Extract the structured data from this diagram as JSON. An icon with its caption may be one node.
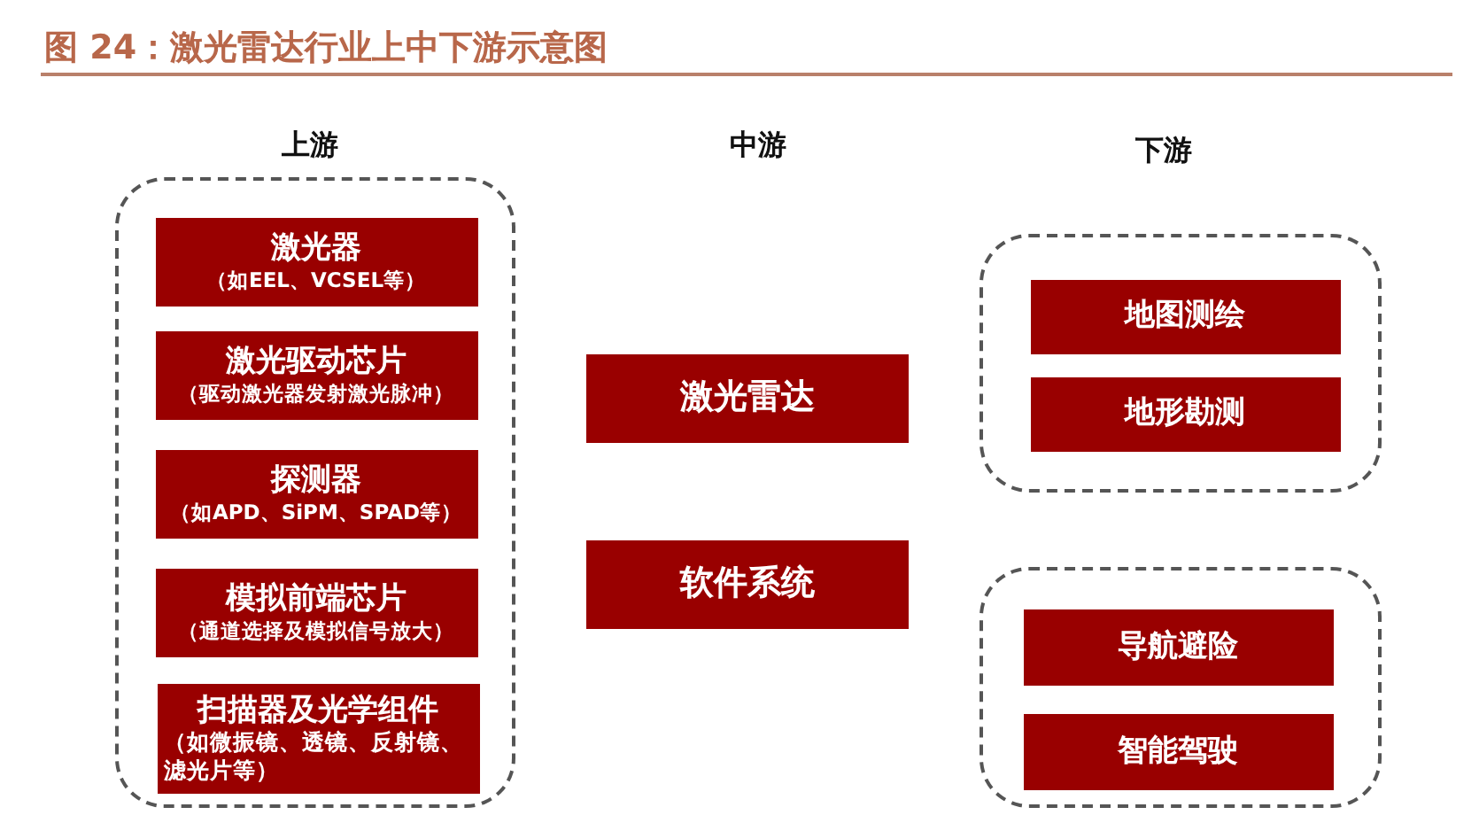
{
  "diagram": {
    "title": "图 24：激光雷达行业上中下游示意图",
    "nodes": [
      {
        "text": [],
        "shape": "box"
      },
      {
        "text": [
          "激光器",
          "（如EEL、VCSEL等）"
        ],
        "in": 0
      },
      {
        "text": [
          "激光驱动芯片",
          "（驱动激光器发射激光脉冲）"
        ],
        "in": 0
      },
      {
        "text": [
          "探测器",
          "（如APD、SiPM、SPAD等）"
        ],
        "in": 0
      },
      {
        "text": [
          "模拟前端芯片",
          "（通道选择及模拟信号放大）"
        ],
        "in": 0
      },
      {
        "text": [
          "扫描器及光学组件",
          "（如微振镜、透镜、反射镜、滤光片等）"
        ],
        "in": 0
      },
      {
        "text": [
          "激光雷达"
        ]
      },
      {
        "text": [
          "软件系统"
        ]
      },
      {
        "text": [],
        "shape": "box"
      },
      {
        "text": [
          "地图测绘"
        ],
        "in": 8
      },
      {
        "text": [
          "地形勘测"
        ],
        "in": 8
      },
      {
        "text": [],
        "shape": "box"
      },
      {
        "text": [
          "导航避险"
        ],
        "in": 11
      },
      {
        "text": [
          "智能驾驶"
        ],
        "in": 11
      }
    ],
    "labels": [
      "上游",
      "中游",
      "下游"
    ]
  }
}
